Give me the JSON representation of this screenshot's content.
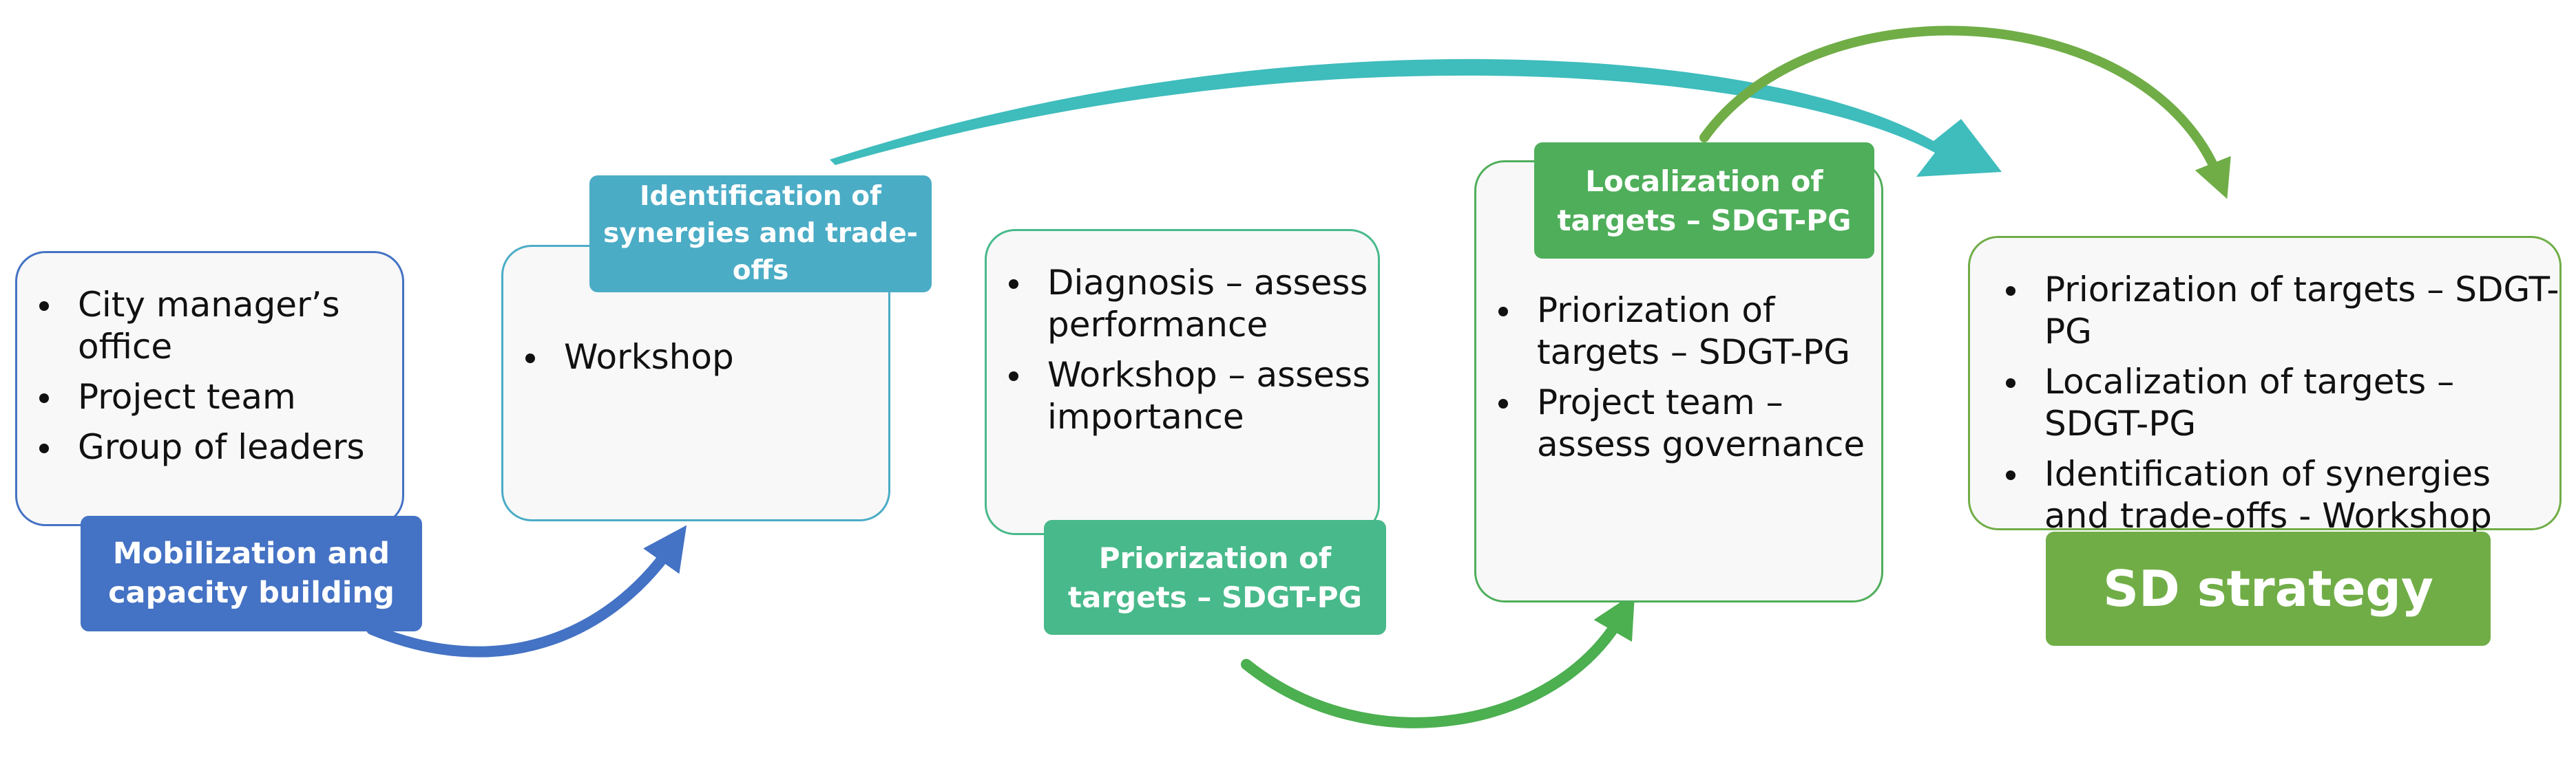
{
  "stages": [
    {
      "id": "mobilization",
      "label": "Mobilization and capacity building",
      "items": [
        "City manager’s office",
        "Project team",
        "Group of leaders"
      ],
      "color": "#4472c4"
    },
    {
      "id": "synergies",
      "label": "Identification of synergies and trade-offs",
      "items": [
        "Workshop"
      ],
      "color": "#4bacc6"
    },
    {
      "id": "priorization",
      "label": "Priorization of targets – SDGT-PG",
      "items": [
        "Diagnosis – assess performance",
        "Workshop – assess importance"
      ],
      "color": "#48b98a"
    },
    {
      "id": "localization",
      "label": "Localization of targets – SDGT-PG",
      "items": [
        "Priorization of targets – SDGT-PG",
        "Project team – assess governance"
      ],
      "color": "#4fae5a"
    },
    {
      "id": "sd-strategy",
      "label": "SD strategy",
      "items": [
        "Priorization of targets – SDGT-PG",
        "Localization of targets – SDGT-PG",
        "Identification of synergies and trade-offs - Workshop"
      ],
      "color": "#70ad47"
    }
  ],
  "arrow_colors": {
    "blue": "#4472c4",
    "teal": "#3fbcbc",
    "green": "#4caf50",
    "light_green": "#70ad47"
  }
}
